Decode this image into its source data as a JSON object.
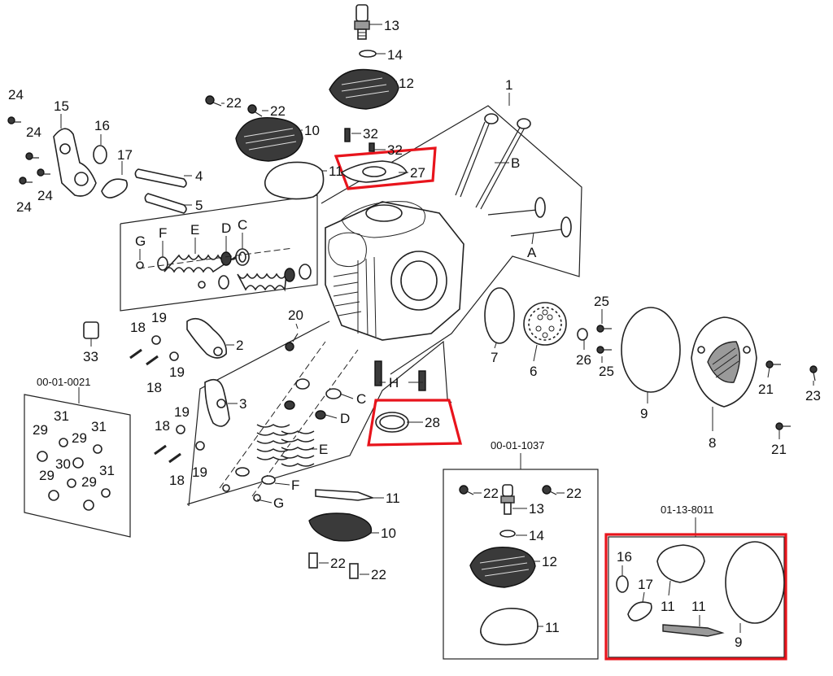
{
  "diagram": {
    "colors": {
      "highlight": "#e8141c",
      "line": "#222222",
      "background": "#ffffff"
    },
    "callouts": [
      {
        "id": "c13a",
        "text": "13"
      },
      {
        "id": "c14a",
        "text": "14"
      },
      {
        "id": "c12a",
        "text": "12"
      },
      {
        "id": "c1",
        "text": "1"
      },
      {
        "id": "c22a",
        "text": "22"
      },
      {
        "id": "c22b",
        "text": "22"
      },
      {
        "id": "c10a",
        "text": "10"
      },
      {
        "id": "c32a",
        "text": "32"
      },
      {
        "id": "c32b",
        "text": "32"
      },
      {
        "id": "cB",
        "text": "B"
      },
      {
        "id": "c11a",
        "text": "11"
      },
      {
        "id": "c27",
        "text": "27"
      },
      {
        "id": "c24a",
        "text": "24"
      },
      {
        "id": "c24b",
        "text": "24"
      },
      {
        "id": "c24c",
        "text": "24"
      },
      {
        "id": "c24d",
        "text": "24"
      },
      {
        "id": "c15",
        "text": "15"
      },
      {
        "id": "c16a",
        "text": "16"
      },
      {
        "id": "c17a",
        "text": "17"
      },
      {
        "id": "c4",
        "text": "4"
      },
      {
        "id": "c5",
        "text": "5"
      },
      {
        "id": "cG1",
        "text": "G"
      },
      {
        "id": "cF1",
        "text": "F"
      },
      {
        "id": "cE1",
        "text": "E"
      },
      {
        "id": "cD1",
        "text": "D"
      },
      {
        "id": "cC1",
        "text": "C"
      },
      {
        "id": "cA",
        "text": "A"
      },
      {
        "id": "c7",
        "text": "7"
      },
      {
        "id": "c6",
        "text": "6"
      },
      {
        "id": "c25a",
        "text": "25"
      },
      {
        "id": "c25b",
        "text": "25"
      },
      {
        "id": "c26",
        "text": "26"
      },
      {
        "id": "c9a",
        "text": "9"
      },
      {
        "id": "c8",
        "text": "8"
      },
      {
        "id": "c21a",
        "text": "21"
      },
      {
        "id": "c21b",
        "text": "21"
      },
      {
        "id": "c23",
        "text": "23"
      },
      {
        "id": "c33",
        "text": "33"
      },
      {
        "id": "c18a",
        "text": "18"
      },
      {
        "id": "c19a",
        "text": "19"
      },
      {
        "id": "c18b",
        "text": "18"
      },
      {
        "id": "c19b",
        "text": "19"
      },
      {
        "id": "c2",
        "text": "2"
      },
      {
        "id": "c20",
        "text": "20"
      },
      {
        "id": "c3",
        "text": "3"
      },
      {
        "id": "c18c",
        "text": "18"
      },
      {
        "id": "c19c",
        "text": "19"
      },
      {
        "id": "c18d",
        "text": "18"
      },
      {
        "id": "c19d",
        "text": "19"
      },
      {
        "id": "cH",
        "text": "H"
      },
      {
        "id": "cC2",
        "text": "C"
      },
      {
        "id": "cD2",
        "text": "D"
      },
      {
        "id": "cE2",
        "text": "E"
      },
      {
        "id": "cF2",
        "text": "F"
      },
      {
        "id": "cG2",
        "text": "G"
      },
      {
        "id": "c28",
        "text": "28"
      },
      {
        "id": "c11b",
        "text": "11"
      },
      {
        "id": "c10b",
        "text": "10"
      },
      {
        "id": "c22c",
        "text": "22"
      },
      {
        "id": "c22d",
        "text": "22"
      },
      {
        "id": "c29a",
        "text": "29"
      },
      {
        "id": "c31a",
        "text": "31"
      },
      {
        "id": "c29b",
        "text": "29"
      },
      {
        "id": "c31b",
        "text": "31"
      },
      {
        "id": "c29c",
        "text": "29"
      },
      {
        "id": "c30",
        "text": "30"
      },
      {
        "id": "c29d",
        "text": "29"
      },
      {
        "id": "c31c",
        "text": "31"
      },
      {
        "id": "c22e",
        "text": "22"
      },
      {
        "id": "c22f",
        "text": "22"
      },
      {
        "id": "c13b",
        "text": "13"
      },
      {
        "id": "c14b",
        "text": "14"
      },
      {
        "id": "c12b",
        "text": "12"
      },
      {
        "id": "c11c",
        "text": "11"
      },
      {
        "id": "c16b",
        "text": "16"
      },
      {
        "id": "c17b",
        "text": "17"
      },
      {
        "id": "c11d",
        "text": "11"
      },
      {
        "id": "c11e",
        "text": "11"
      },
      {
        "id": "c9b",
        "text": "9"
      }
    ],
    "kit_codes": {
      "nut_kit": "00-01-0021",
      "cover_kit": "00-01-1037",
      "gasket_kit": "01-13-8011"
    }
  }
}
